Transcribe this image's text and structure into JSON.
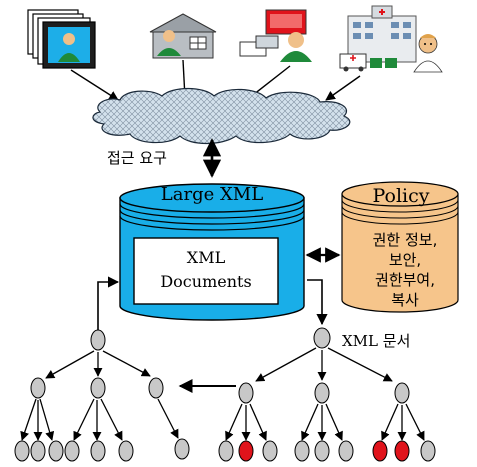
{
  "labels": {
    "access_request": "접근 요구",
    "db_title": "Large XML",
    "db_box_line1": "XML",
    "db_box_line2": "Documents",
    "policy_title": "Policy",
    "policy_lines": [
      "권한 정보,",
      "보안,",
      "권한부여,",
      "복사"
    ],
    "xml_doc": "XML 문서"
  },
  "icons": [
    "photo-frames-icon",
    "user-house-icon",
    "user-terminal-icon",
    "hospital-doctor-icon"
  ],
  "colors": {
    "db_blue": "#19aee8",
    "db_box_blue": "#0f8cc6",
    "policy_orange": "#f6c58b",
    "cloud_fill": "#c9dbe9",
    "node_gray": "#c8c8c8",
    "node_red": "#e0131b",
    "person_green": "#1f8a3a"
  }
}
